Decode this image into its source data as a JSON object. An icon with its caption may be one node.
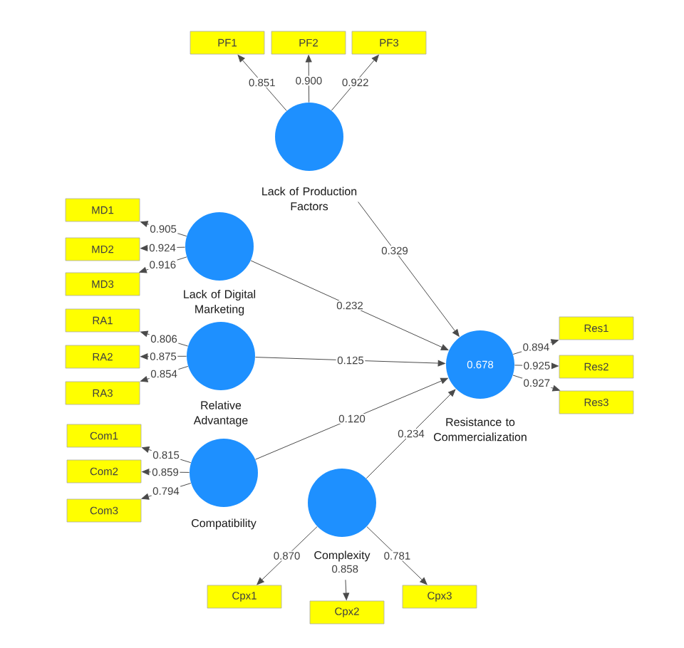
{
  "diagram": {
    "nodes": [
      {
        "text": [
          "PF1"
        ]
      },
      {
        "text": [
          "PF2"
        ]
      },
      {
        "text": [
          "PF3"
        ]
      },
      {
        "text": [
          "Lack of Production Factors"
        ]
      },
      {
        "text": [
          "MD1"
        ]
      },
      {
        "text": [
          "MD2"
        ]
      },
      {
        "text": [
          "MD3"
        ]
      },
      {
        "text": [
          "Lack of Digital Marketing"
        ]
      },
      {
        "text": [
          "RA1"
        ]
      },
      {
        "text": [
          "RA2"
        ]
      },
      {
        "text": [
          "RA3"
        ]
      },
      {
        "text": [
          "Relative Advantage"
        ]
      },
      {
        "text": [
          "Com1"
        ]
      },
      {
        "text": [
          "Com2"
        ]
      },
      {
        "text": [
          "Com3"
        ]
      },
      {
        "text": [
          "Compatibility"
        ]
      },
      {
        "text": [
          "Complexity"
        ]
      },
      {
        "text": [
          "Cpx1"
        ]
      },
      {
        "text": [
          "Cpx2"
        ]
      },
      {
        "text": [
          "Cpx3"
        ]
      },
      {
        "text": [
          "0.678",
          "Resistance to Commercialization"
        ]
      },
      {
        "text": [
          "Res1"
        ]
      },
      {
        "text": [
          "Res2"
        ]
      },
      {
        "text": [
          "Res3"
        ]
      }
    ],
    "edges": [
      {
        "from": 3,
        "to": 0,
        "arrow": "to",
        "label": "0.851"
      },
      {
        "from": 3,
        "to": 1,
        "arrow": "to",
        "label": "0.900"
      },
      {
        "from": 3,
        "to": 2,
        "arrow": "to",
        "label": "0.922"
      },
      {
        "from": 7,
        "to": 4,
        "arrow": "to",
        "label": "0.905"
      },
      {
        "from": 7,
        "to": 5,
        "arrow": "to",
        "label": "0.924"
      },
      {
        "from": 7,
        "to": 6,
        "arrow": "to",
        "label": "0.916"
      },
      {
        "from": 11,
        "to": 8,
        "arrow": "to",
        "label": "0.806"
      },
      {
        "from": 11,
        "to": 9,
        "arrow": "to",
        "label": "0.875"
      },
      {
        "from": 11,
        "to": 10,
        "arrow": "to",
        "label": "0.854"
      },
      {
        "from": 15,
        "to": 12,
        "arrow": "to",
        "label": "0.815"
      },
      {
        "from": 15,
        "to": 13,
        "arrow": "to",
        "label": "0.859"
      },
      {
        "from": 15,
        "to": 14,
        "arrow": "to",
        "label": "0.794"
      },
      {
        "from": 16,
        "to": 17,
        "arrow": "to",
        "label": "0.870"
      },
      {
        "from": 16,
        "to": 18,
        "arrow": "to",
        "label": "0.858"
      },
      {
        "from": 16,
        "to": 19,
        "arrow": "to",
        "label": "0.781"
      },
      {
        "from": 20,
        "to": 21,
        "arrow": "to",
        "label": "0.894"
      },
      {
        "from": 20,
        "to": 22,
        "arrow": "to",
        "label": "0.925"
      },
      {
        "from": 20,
        "to": 23,
        "arrow": "to",
        "label": "0.927"
      },
      {
        "from": 3,
        "to": 20,
        "arrow": "to",
        "label": "0.329"
      },
      {
        "from": 7,
        "to": 20,
        "arrow": "to",
        "label": "0.232"
      },
      {
        "from": 11,
        "to": 20,
        "arrow": "to",
        "label": "0.125"
      },
      {
        "from": 15,
        "to": 20,
        "arrow": "to",
        "label": "0.120"
      },
      {
        "from": 16,
        "to": 20,
        "arrow": "to",
        "label": "0.234"
      }
    ]
  }
}
